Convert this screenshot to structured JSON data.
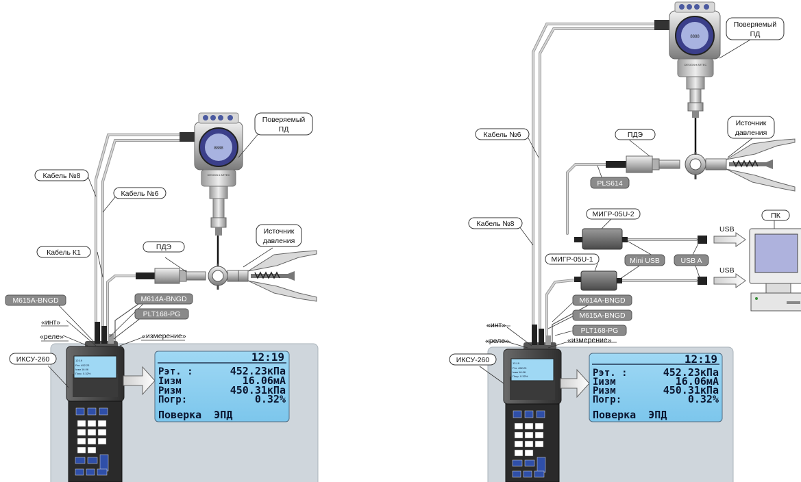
{
  "left_scheme": {
    "labels": {
      "cable8": "Кабель №8",
      "cable6": "Кабель №6",
      "cableK1": "Кабель К1",
      "pde": "ПДЭ",
      "tested_pd_1": "Поверяемый",
      "tested_pd_2": "ПД",
      "source_1": "Источник",
      "source_2": "давления",
      "m615": "M615A-BNGD",
      "m614": "M614A-BNGD",
      "plt168": "PLT168-PG",
      "int": "«инт»",
      "rele": "«реле»",
      "izmerenie": "«измерение»",
      "iksu": "ИКСУ-260"
    },
    "screen": {
      "time": "12:19",
      "rows": [
        {
          "name": "Рэт. :",
          "value": "452.23кПа"
        },
        {
          "name": "Iизм",
          "value": "16.06мА"
        },
        {
          "name": "Ризм",
          "value": "450.31кПа"
        },
        {
          "name": "Погр:",
          "value": "0.32%"
        }
      ],
      "footer": "Поверка  ЭПД"
    }
  },
  "right_scheme": {
    "labels": {
      "cable6": "Кабель №6",
      "cable8": "Кабель №8",
      "tested_pd_1": "Поверяемый",
      "tested_pd_2": "ПД",
      "pde": "ПДЭ",
      "source_1": "Источник",
      "source_2": "давления",
      "pls614": "PLS614",
      "migr2": "МИГР-05U-2",
      "migr1": "МИГР-05U-1",
      "usb_top": "USB",
      "usb_bottom": "USB",
      "pc": "ПК",
      "mini_usb": "Mini USB",
      "usb_a": "USB A",
      "m614": "M614A-BNGD",
      "m615": "M615A-BNGD",
      "plt168": "PLT168-PG",
      "int": "«инт»",
      "rele": "«реле»",
      "izmerenie": "«измерение»",
      "iksu": "ИКСУ-260"
    },
    "screen": {
      "time": "12:19",
      "rows": [
        {
          "name": "Рэт. :",
          "value": "452.23кПа"
        },
        {
          "name": "Iизм",
          "value": "16.06мА"
        },
        {
          "name": "Ризм",
          "value": "450.31кПа"
        },
        {
          "name": "Погр:",
          "value": "0.32%"
        }
      ],
      "footer": "Поверка  ЭПД"
    }
  }
}
